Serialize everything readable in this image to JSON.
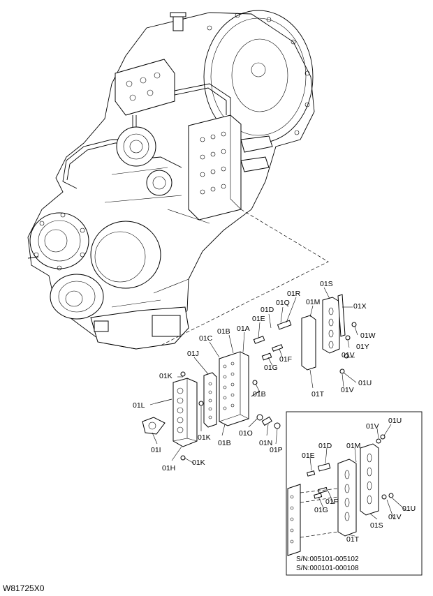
{
  "drawing_code": "W81725X0",
  "inset": {
    "serial_range_1": "S/N:005101-005102",
    "serial_range_2": "S/N:000101-000108"
  },
  "labels": {
    "01S_top": "01S",
    "01R": "01R",
    "01Q": "01Q",
    "01M_top": "01M",
    "01D_top": "01D",
    "01X": "01X",
    "01E_top": "01E",
    "01A": "01A",
    "01B_top": "01B",
    "01C": "01C",
    "01W": "01W",
    "01Y": "01Y",
    "01F_top": "01F",
    "01J": "01J",
    "01G_top": "01G",
    "01V_mid1": "01V",
    "01K_a": "01K",
    "01U_mid": "01U",
    "01B_mid": "01B",
    "01T_top": "01T",
    "01V_mid2": "01V",
    "01L": "01L",
    "01K_b": "01K",
    "01O": "01O",
    "01I": "01I",
    "01B_bot": "01B",
    "01N": "01N",
    "01P": "01P",
    "01H": "01H",
    "01K_c": "01K",
    "01V_in1": "01V",
    "01U_in1": "01U",
    "01D_in": "01D",
    "01M_in": "01M",
    "01E_in": "01E",
    "01F_in": "01F",
    "01G_in": "01G",
    "01S_in": "01S",
    "01V_in2": "01V",
    "01U_in2": "01U",
    "01T_in": "01T"
  }
}
